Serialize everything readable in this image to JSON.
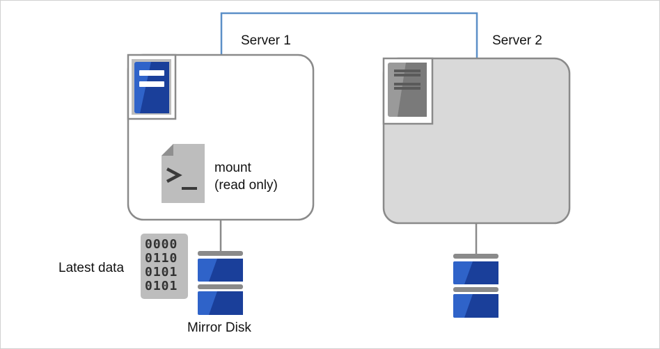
{
  "server1": {
    "label": "Server 1"
  },
  "server2": {
    "label": "Server 2"
  },
  "mount": {
    "line1": "mount",
    "line2": "(read only)"
  },
  "data_label": "Latest data",
  "disk_label": "Mirror Disk",
  "binary_rows": [
    "0000",
    "0110",
    "0101",
    "0101"
  ],
  "terminal_prompt": ">_",
  "colors": {
    "network_line": "#5b8fc7",
    "server_outline": "#8a8a8a",
    "server2_fill": "#d9d9d9",
    "disk_blue": "#2f63c9",
    "disk_blue_dark": "#1a3f9a",
    "disk_cap": "#8a8a8a",
    "icon_gray": "#bdbdbd"
  },
  "icons": {
    "server1_status": "active-server-icon",
    "server2_status": "standby-server-icon",
    "script": "terminal-script-icon",
    "data": "binary-data-icon"
  }
}
